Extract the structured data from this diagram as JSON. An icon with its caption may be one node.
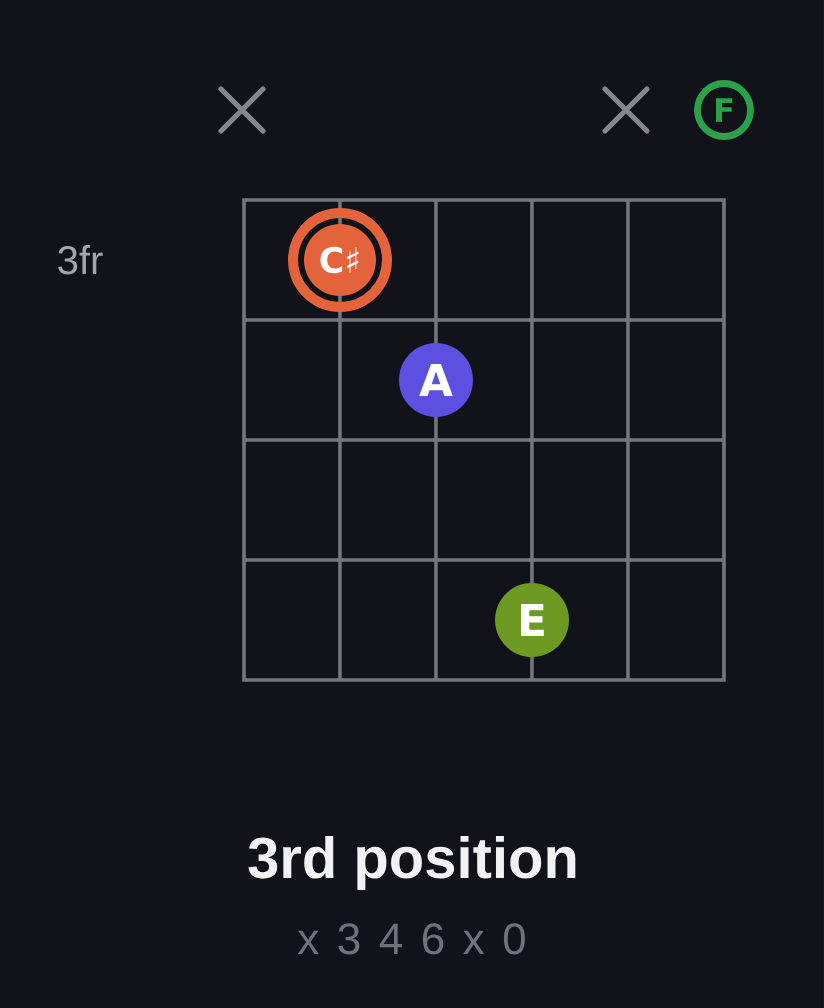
{
  "diagram": {
    "title": "3rd position",
    "nodes": [
      {
        "text": [
          "F"
        ]
      },
      {
        "text": [
          "C♯"
        ]
      },
      {
        "text": [
          "A"
        ]
      },
      {
        "text": [
          "E"
        ]
      }
    ],
    "labels": [
      "3fr",
      "x 3 4 6 x 0"
    ]
  }
}
